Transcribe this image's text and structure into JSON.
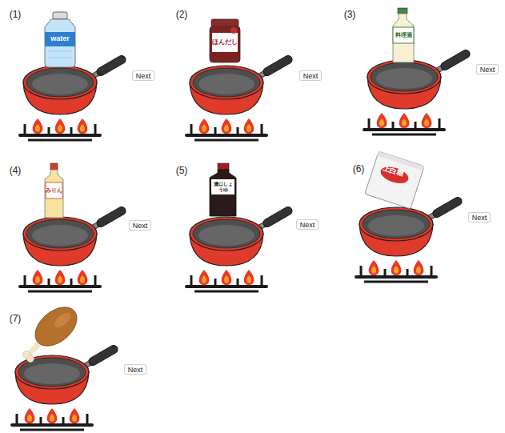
{
  "diagram": {
    "nodes": [
      {
        "text": [
          "Next"
        ]
      },
      {
        "text": [
          "Next"
        ]
      },
      {
        "text": [
          "Next"
        ]
      },
      {
        "text": [
          "Next"
        ]
      },
      {
        "text": [
          "Next"
        ]
      },
      {
        "text": [
          "Next"
        ]
      },
      {
        "text": [
          "Next"
        ]
      }
    ],
    "labels": [
      "(1)",
      "(2)",
      "(3)",
      "(4)",
      "(5)",
      "(6)",
      "(7)",
      "water",
      "ほんだし",
      "料理酒",
      "みりん",
      "濃口しょうゆ",
      "上白糖"
    ]
  }
}
